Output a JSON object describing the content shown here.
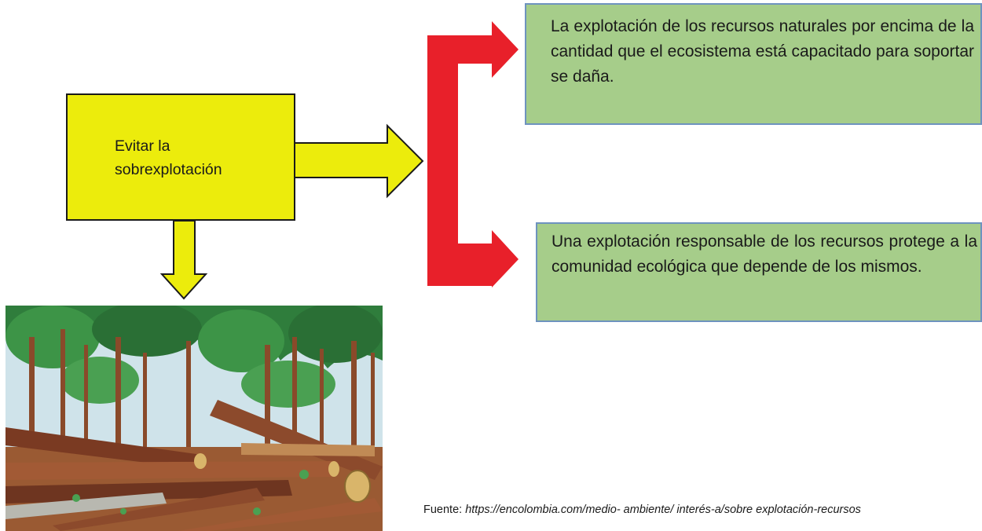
{
  "central_concept": {
    "line1": "Evitar la",
    "line2": "sobrexplotación"
  },
  "statements": [
    {
      "text": "La explotación de los recursos naturales por encima de la cantidad que el ecosistema está capacitado para soportar se daña."
    },
    {
      "text": "Una explotación responsable de los recursos protege a la comunidad ecológica que depende de los mismos."
    }
  ],
  "source": {
    "label": "Fuente:",
    "url": "https://encolombia.com/medio- ambiente/ interés-a/sobre explotación-recursos"
  },
  "image": {
    "subject": "illustration of felled logs in a forest"
  },
  "colors": {
    "concept_box": "#ecec0c",
    "statement_box": "#a6cd8a",
    "statement_border": "#6e93bf",
    "bracket": "#e8202a"
  }
}
